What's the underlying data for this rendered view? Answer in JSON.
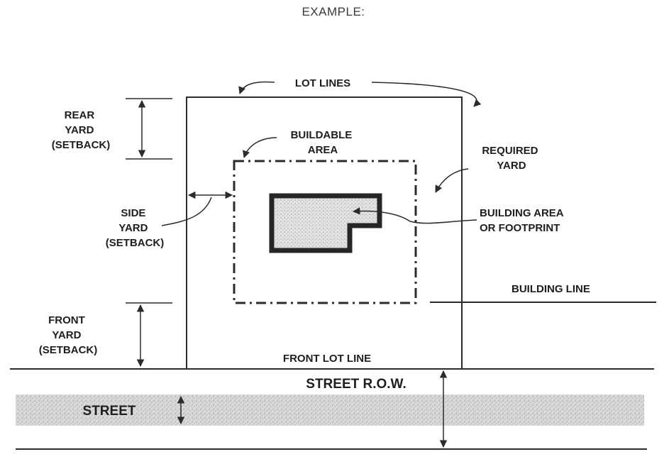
{
  "title": "EXAMPLE:",
  "labels": {
    "lot_lines": "LOT LINES",
    "rear_yard": [
      "REAR",
      "YARD",
      "(SETBACK)"
    ],
    "buildable_area": [
      "BUILDABLE",
      "AREA"
    ],
    "required_yard": [
      "REQUIRED",
      "YARD"
    ],
    "side_yard": [
      "SIDE",
      "YARD",
      "(SETBACK)"
    ],
    "building_area": [
      "BUILDING AREA",
      "OR FOOTPRINT"
    ],
    "building_line": "BUILDING LINE",
    "front_yard": [
      "FRONT",
      "YARD",
      "(SETBACK)"
    ],
    "front_lot_line": "FRONT LOT LINE",
    "street_row": "STREET R.O.W.",
    "street": "STREET"
  },
  "colors": {
    "ink": "#2b2b2b",
    "street_fill": "#d6d6d6",
    "footprint_fill": "#dadada"
  }
}
